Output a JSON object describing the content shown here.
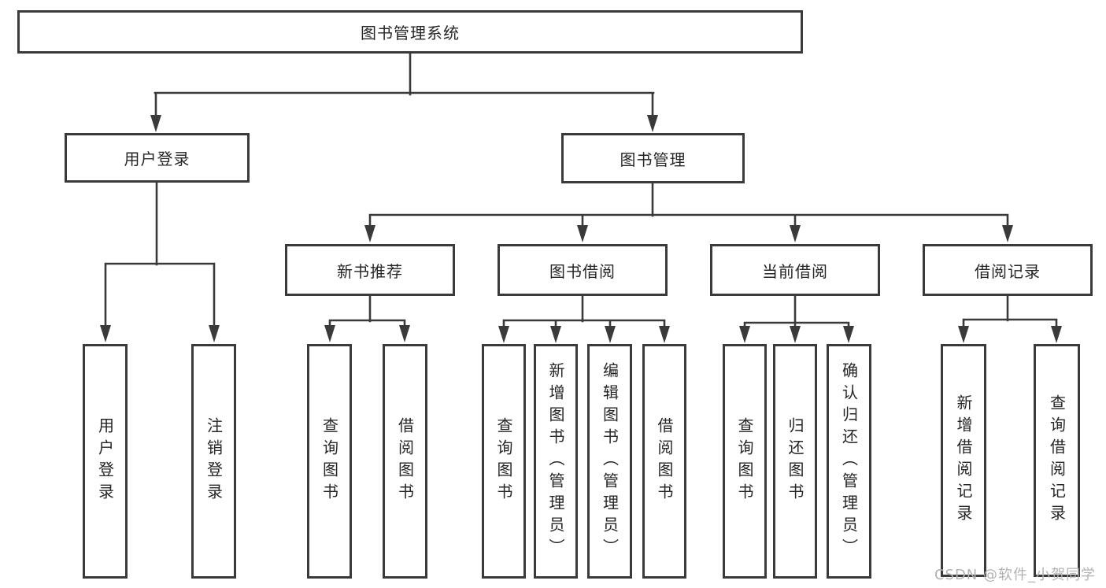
{
  "tree": {
    "root": {
      "label": "图书管理系统",
      "children": [
        {
          "label": "用户登录",
          "children": [
            {
              "label": "用户登录"
            },
            {
              "label": "注销登录"
            }
          ]
        },
        {
          "label": "图书管理",
          "children": [
            {
              "label": "新书推荐",
              "children": [
                {
                  "label": "查询图书"
                },
                {
                  "label": "借阅图书"
                }
              ]
            },
            {
              "label": "图书借阅",
              "children": [
                {
                  "label": "查询图书"
                },
                {
                  "label": "新增图书（管理员）"
                },
                {
                  "label": "编辑图书（管理员）"
                },
                {
                  "label": "借阅图书"
                }
              ]
            },
            {
              "label": "当前借阅",
              "children": [
                {
                  "label": "查询图书"
                },
                {
                  "label": "归还图书"
                },
                {
                  "label": "确认归还（管理员）"
                }
              ]
            },
            {
              "label": "借阅记录",
              "children": [
                {
                  "label": "新增借阅记录"
                },
                {
                  "label": "查询借阅记录"
                }
              ]
            }
          ]
        }
      ]
    }
  },
  "watermark": {
    "text": "CSDN @软件_小贺同学"
  },
  "colors": {
    "line": "#3a3a3a",
    "text": "#262626",
    "wm": "#b3b3b3",
    "bg": "#ffffff"
  }
}
